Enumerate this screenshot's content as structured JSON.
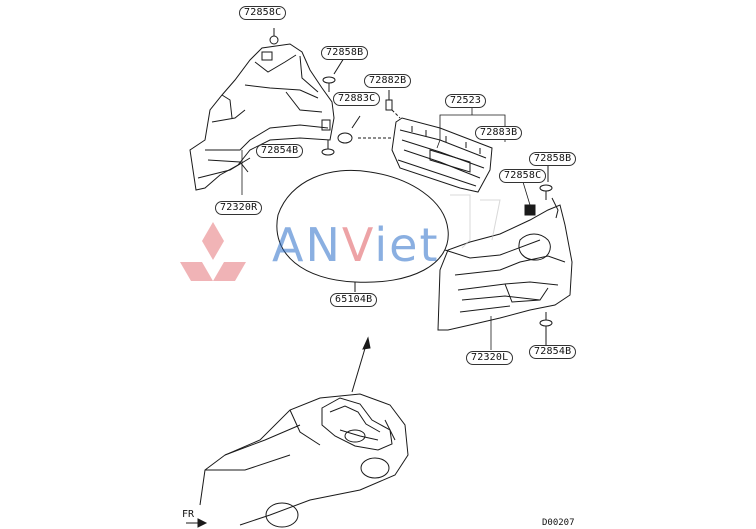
{
  "diagram": {
    "callouts": [
      {
        "id": "c1",
        "text": "72858C"
      },
      {
        "id": "c2",
        "text": "72858B"
      },
      {
        "id": "c3",
        "text": "72882B"
      },
      {
        "id": "c4",
        "text": "72883C"
      },
      {
        "id": "c5",
        "text": "72523"
      },
      {
        "id": "c6",
        "text": "72883B"
      },
      {
        "id": "c7",
        "text": "72854B"
      },
      {
        "id": "c8",
        "text": "72320R"
      },
      {
        "id": "c9",
        "text": "72858B"
      },
      {
        "id": "c10",
        "text": "72858C"
      },
      {
        "id": "c11",
        "text": "65104B"
      },
      {
        "id": "c12",
        "text": "72854B"
      },
      {
        "id": "c13",
        "text": "72320L"
      }
    ],
    "direction_label": "FR",
    "diagram_code": "D00207"
  },
  "watermark": {
    "brand_text_part1": "AN",
    "brand_text_part2": "V",
    "brand_text_part3": "iet",
    "logo_color": "#e0585e",
    "text_color": "#2b6fc9"
  },
  "colors": {
    "line": "#1a1a1a",
    "label_border": "#333333"
  }
}
